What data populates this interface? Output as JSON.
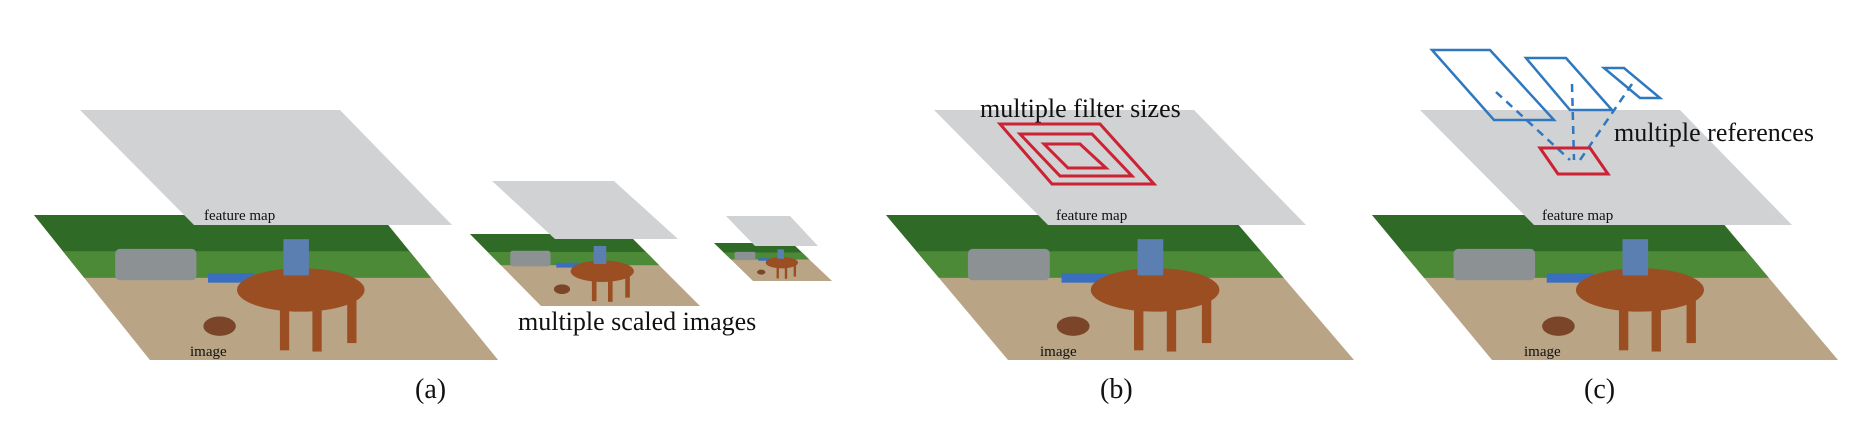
{
  "colors": {
    "feature_map": "#d1d2d4",
    "red_box": "#cc2233",
    "blue_box": "#2e78c0",
    "grass": "#4d8a38",
    "trees": "#2f6a26",
    "dirt": "#b9a486",
    "horse": "#9a4e22",
    "rider_shirt": "#5b7fb0",
    "truck": "#8c9194",
    "tarp": "#3a6fc0",
    "dog": "#7a4528"
  },
  "panels": {
    "a": {
      "feature_map_label": "feature map",
      "image_label": "image",
      "caption": "multiple scaled images",
      "panel_label": "(a)"
    },
    "b": {
      "feature_map_label": "feature map",
      "image_label": "image",
      "caption": "multiple filter sizes",
      "panel_label": "(b)"
    },
    "c": {
      "feature_map_label": "feature map",
      "image_label": "image",
      "caption": "multiple references",
      "panel_label": "(c)"
    }
  }
}
